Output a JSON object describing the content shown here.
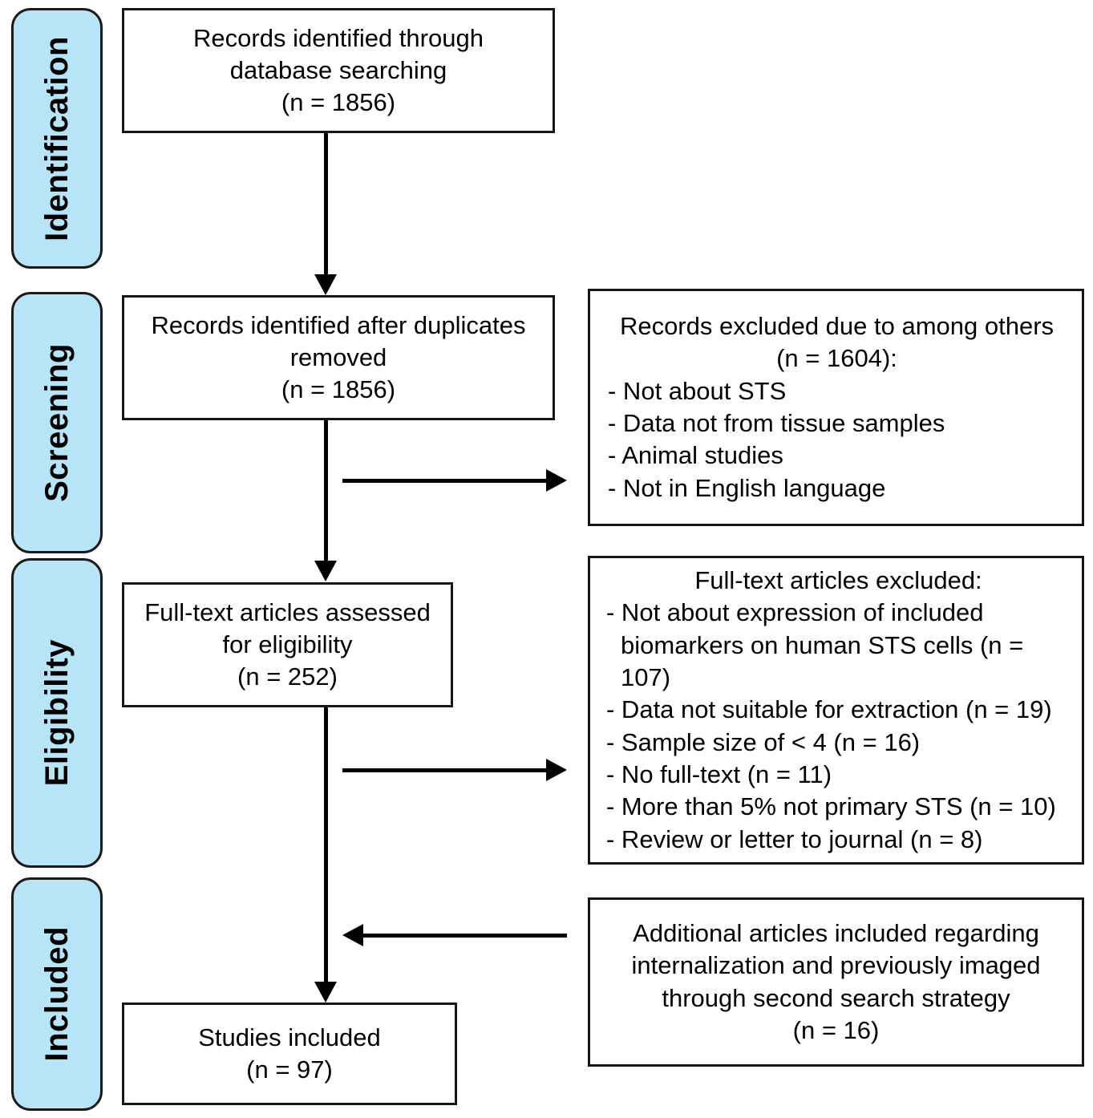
{
  "diagram": {
    "title": "PRISMA flow diagram",
    "accent_color": "#B8E4F8",
    "border_color": "#161616"
  },
  "stages": [
    {
      "label": "Identification"
    },
    {
      "label": "Screening"
    },
    {
      "label": "Eligibility"
    },
    {
      "label": "Included"
    }
  ],
  "boxes": {
    "identified": {
      "line1": "Records identified through",
      "line2": "database searching",
      "line3": "(n = 1856)"
    },
    "duplicates_removed": {
      "line1": "Records identified after duplicates",
      "line2": "removed",
      "line3": "(n = 1856)"
    },
    "records_excluded": {
      "heading1": "Records excluded due to among others",
      "heading2": "(n = 1604):",
      "items": [
        "- Not about STS",
        "- Data not from tissue samples",
        "- Animal studies",
        "- Not in English language"
      ]
    },
    "fulltext_assessed": {
      "line1": "Full-text articles assessed",
      "line2": "for eligibility",
      "line3": "(n = 252)"
    },
    "fulltext_excluded": {
      "heading1": "Full-text articles excluded:",
      "items": [
        "- Not about expression of included biomarkers on human STS cells (n = 107)",
        "- Data not suitable for extraction (n = 19)",
        "- Sample size of < 4 (n = 16)",
        "- No full-text (n = 11)",
        "- More than 5% not primary STS (n = 10)",
        "- Review or letter to journal (n = 8)"
      ]
    },
    "additional_included": {
      "line1": "Additional articles included regarding",
      "line2": "internalization and previously imaged",
      "line3": "through second search strategy",
      "line4": "(n = 16)"
    },
    "studies_included": {
      "line1": "Studies included",
      "line2": "(n = 97)"
    }
  },
  "chart_data": {
    "type": "diagram",
    "title": "PRISMA flow diagram",
    "nodes": [
      {
        "id": "identified",
        "stage": "Identification",
        "label": "Records identified through database searching",
        "n": 1856
      },
      {
        "id": "duplicates_removed",
        "stage": "Screening",
        "label": "Records identified after duplicates removed",
        "n": 1856
      },
      {
        "id": "records_excluded",
        "stage": "Screening",
        "label": "Records excluded due to among others",
        "n": 1604,
        "reasons": [
          "Not about STS",
          "Data not from tissue samples",
          "Animal studies",
          "Not in English language"
        ]
      },
      {
        "id": "fulltext_assessed",
        "stage": "Eligibility",
        "label": "Full-text articles assessed for eligibility",
        "n": 252
      },
      {
        "id": "fulltext_excluded",
        "stage": "Eligibility",
        "label": "Full-text articles excluded",
        "reasons": [
          {
            "reason": "Not about expression of included biomarkers on human STS cells",
            "n": 107
          },
          {
            "reason": "Data not suitable for extraction",
            "n": 19
          },
          {
            "reason": "Sample size of < 4",
            "n": 16
          },
          {
            "reason": "No full-text",
            "n": 11
          },
          {
            "reason": "More than 5% not primary STS",
            "n": 10
          },
          {
            "reason": "Review or letter to journal",
            "n": 8
          }
        ]
      },
      {
        "id": "additional_included",
        "stage": "Included",
        "label": "Additional articles included regarding internalization and previously imaged through second search strategy",
        "n": 16
      },
      {
        "id": "studies_included",
        "stage": "Included",
        "label": "Studies included",
        "n": 97
      }
    ],
    "edges": [
      {
        "from": "identified",
        "to": "duplicates_removed",
        "direction": "down"
      },
      {
        "from": "duplicates_removed",
        "to": "records_excluded",
        "direction": "right"
      },
      {
        "from": "duplicates_removed",
        "to": "fulltext_assessed",
        "direction": "down"
      },
      {
        "from": "fulltext_assessed",
        "to": "fulltext_excluded",
        "direction": "right"
      },
      {
        "from": "additional_included",
        "to": "studies_included",
        "direction": "left"
      },
      {
        "from": "fulltext_assessed",
        "to": "studies_included",
        "direction": "down"
      }
    ]
  }
}
